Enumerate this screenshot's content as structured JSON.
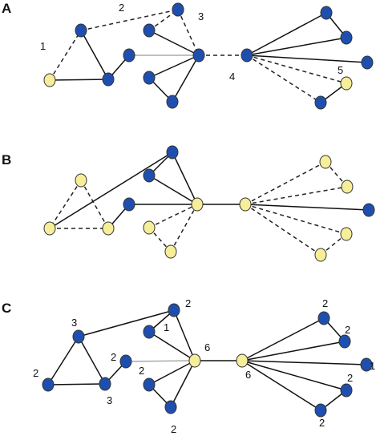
{
  "colors": {
    "blue_node": "#1f4fae",
    "yellow_node": "#f7ee9a",
    "solid_edge": "#111111",
    "gray_edge": "#aaaaaa",
    "dashed_edge": "#222222"
  },
  "panels": [
    {
      "letter": "A",
      "labels": [
        "1",
        "2",
        "3",
        "4",
        "5"
      ],
      "nodes": [
        {
          "id": "a",
          "color": "yellow"
        },
        {
          "id": "b",
          "color": "blue"
        },
        {
          "id": "c",
          "color": "blue"
        },
        {
          "id": "d",
          "color": "blue"
        },
        {
          "id": "e",
          "color": "blue"
        },
        {
          "id": "f",
          "color": "blue"
        },
        {
          "id": "g",
          "color": "blue"
        },
        {
          "id": "h",
          "color": "blue"
        },
        {
          "id": "i",
          "color": "blue"
        },
        {
          "id": "j",
          "color": "blue"
        },
        {
          "id": "k",
          "color": "blue"
        },
        {
          "id": "l",
          "color": "blue"
        },
        {
          "id": "m",
          "color": "blue"
        },
        {
          "id": "n",
          "color": "blue"
        },
        {
          "id": "o",
          "color": "yellow"
        },
        {
          "id": "p",
          "color": "blue"
        }
      ],
      "edges": [
        [
          "a",
          "b",
          "dashed"
        ],
        [
          "a",
          "c",
          "solid"
        ],
        [
          "b",
          "c",
          "solid"
        ],
        [
          "b",
          "d",
          "dashed"
        ],
        [
          "c",
          "e",
          "solid"
        ],
        [
          "e",
          "j",
          "gray"
        ],
        [
          "f",
          "j",
          "solid"
        ],
        [
          "f",
          "g",
          "dashed"
        ],
        [
          "g",
          "j",
          "dashed"
        ],
        [
          "h",
          "j",
          "solid"
        ],
        [
          "h",
          "i",
          "solid"
        ],
        [
          "i",
          "j",
          "solid"
        ],
        [
          "j",
          "k",
          "dashed"
        ],
        [
          "k",
          "l",
          "solid"
        ],
        [
          "l",
          "m",
          "solid"
        ],
        [
          "k",
          "m",
          "solid"
        ],
        [
          "k",
          "n",
          "solid"
        ],
        [
          "k",
          "o",
          "dashed"
        ],
        [
          "k",
          "p",
          "dashed"
        ],
        [
          "o",
          "p",
          "solid"
        ]
      ]
    },
    {
      "letter": "B",
      "labels": [],
      "nodes": [
        {
          "id": "a",
          "color": "yellow"
        },
        {
          "id": "b",
          "color": "yellow"
        },
        {
          "id": "c",
          "color": "yellow"
        },
        {
          "id": "d",
          "color": "blue"
        },
        {
          "id": "e",
          "color": "blue"
        },
        {
          "id": "f",
          "color": "blue"
        },
        {
          "id": "g",
          "color": "yellow"
        },
        {
          "id": "h",
          "color": "yellow"
        },
        {
          "id": "i",
          "color": "yellow"
        },
        {
          "id": "j",
          "color": "yellow"
        },
        {
          "id": "k",
          "color": "yellow"
        },
        {
          "id": "l",
          "color": "yellow"
        },
        {
          "id": "m",
          "color": "blue"
        },
        {
          "id": "n",
          "color": "yellow"
        },
        {
          "id": "o",
          "color": "yellow"
        }
      ],
      "edges": [
        [
          "a",
          "b",
          "dashed"
        ],
        [
          "a",
          "c",
          "dashed"
        ],
        [
          "b",
          "c",
          "dashed"
        ],
        [
          "b",
          "f",
          "solid"
        ],
        [
          "c",
          "d",
          "solid"
        ],
        [
          "d",
          "i",
          "solid"
        ],
        [
          "f",
          "i",
          "solid"
        ],
        [
          "e",
          "f",
          "solid"
        ],
        [
          "e",
          "i",
          "solid"
        ],
        [
          "g",
          "i",
          "dashed"
        ],
        [
          "g",
          "h",
          "dashed"
        ],
        [
          "h",
          "i",
          "dashed"
        ],
        [
          "i",
          "j",
          "solid"
        ],
        [
          "j",
          "k",
          "dashed"
        ],
        [
          "k",
          "l",
          "dashed"
        ],
        [
          "j",
          "l",
          "dashed"
        ],
        [
          "j",
          "m",
          "solid"
        ],
        [
          "j",
          "n",
          "dashed"
        ],
        [
          "j",
          "o",
          "dashed"
        ],
        [
          "n",
          "o",
          "dashed"
        ]
      ]
    },
    {
      "letter": "C",
      "labels": [
        "3",
        "2",
        "2",
        "3",
        "2",
        "1",
        "6",
        "2",
        "2",
        "6",
        "2",
        "2",
        "1",
        "2",
        "2"
      ],
      "nodes": [
        {
          "id": "a",
          "color": "blue"
        },
        {
          "id": "b",
          "color": "blue"
        },
        {
          "id": "c",
          "color": "blue"
        },
        {
          "id": "d",
          "color": "blue"
        },
        {
          "id": "e",
          "color": "blue"
        },
        {
          "id": "f",
          "color": "blue"
        },
        {
          "id": "g",
          "color": "blue"
        },
        {
          "id": "h",
          "color": "blue"
        },
        {
          "id": "i",
          "color": "yellow"
        },
        {
          "id": "j",
          "color": "yellow"
        },
        {
          "id": "k",
          "color": "blue"
        },
        {
          "id": "l",
          "color": "blue"
        },
        {
          "id": "m",
          "color": "blue"
        },
        {
          "id": "n",
          "color": "blue"
        },
        {
          "id": "o",
          "color": "blue"
        }
      ],
      "edges": [
        [
          "a",
          "b",
          "solid"
        ],
        [
          "a",
          "c",
          "solid"
        ],
        [
          "b",
          "c",
          "solid"
        ],
        [
          "a",
          "f",
          "solid"
        ],
        [
          "c",
          "d",
          "solid"
        ],
        [
          "d",
          "i",
          "gray"
        ],
        [
          "f",
          "i",
          "solid"
        ],
        [
          "e",
          "f",
          "solid"
        ],
        [
          "e",
          "i",
          "solid"
        ],
        [
          "g",
          "i",
          "solid"
        ],
        [
          "g",
          "h",
          "solid"
        ],
        [
          "h",
          "i",
          "solid"
        ],
        [
          "i",
          "j",
          "solid"
        ],
        [
          "j",
          "k",
          "solid"
        ],
        [
          "k",
          "l",
          "solid"
        ],
        [
          "j",
          "l",
          "solid"
        ],
        [
          "j",
          "m",
          "solid"
        ],
        [
          "j",
          "n",
          "solid"
        ],
        [
          "j",
          "o",
          "solid"
        ],
        [
          "n",
          "o",
          "solid"
        ]
      ]
    }
  ]
}
